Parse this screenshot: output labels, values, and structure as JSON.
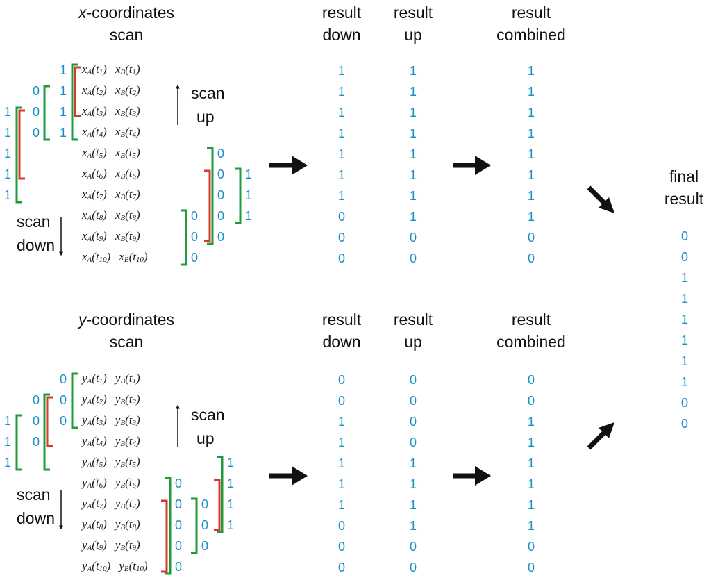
{
  "panel_x": {
    "title_var": "x",
    "title_rest": "-coordinates",
    "title_line2": "scan",
    "scan_up_label": [
      "scan",
      "up"
    ],
    "scan_down_label": [
      "scan",
      "down"
    ],
    "var_prefix": [
      "x",
      "x"
    ],
    "subs": [
      "A",
      "B"
    ],
    "times": [
      "1",
      "2",
      "3",
      "4",
      "5",
      "6",
      "7",
      "8",
      "9",
      "10"
    ],
    "left_outer": [
      "1",
      "1",
      "1",
      "1",
      "1"
    ],
    "left_mid": [
      "0",
      "0",
      "0"
    ],
    "left_inner": [
      "1",
      "1",
      "1",
      "1"
    ],
    "right_inner": [
      "0",
      "0",
      "0",
      "0",
      "0"
    ],
    "right_mid": [
      "1",
      "1",
      "1"
    ],
    "right_low": [
      "0",
      "0",
      "0"
    ],
    "result_down": [
      "1",
      "1",
      "1",
      "1",
      "1",
      "1",
      "1",
      "0",
      "0",
      "0"
    ],
    "result_up": [
      "1",
      "1",
      "1",
      "1",
      "1",
      "1",
      "1",
      "1",
      "0",
      "0"
    ],
    "result_combined": [
      "1",
      "1",
      "1",
      "1",
      "1",
      "1",
      "1",
      "1",
      "0",
      "0"
    ]
  },
  "panel_y": {
    "title_var": "y",
    "title_rest": "-coordinates",
    "title_line2": "scan",
    "scan_up_label": [
      "scan",
      "up"
    ],
    "scan_down_label": [
      "scan",
      "down"
    ],
    "var_prefix": [
      "y",
      "y"
    ],
    "subs": [
      "A",
      "B"
    ],
    "times": [
      "1",
      "2",
      "3",
      "4",
      "5",
      "6",
      "7",
      "8",
      "9",
      "10"
    ],
    "left_outer": [
      "1",
      "1",
      "1"
    ],
    "left_mid": [
      "0",
      "0",
      "0"
    ],
    "left_inner": [
      "0",
      "0",
      "0"
    ],
    "right_top": [
      "1",
      "1",
      "1",
      "1"
    ],
    "right_mid": [
      "0",
      "0",
      "0"
    ],
    "right_inner": [
      "0",
      "0",
      "0",
      "0",
      "0"
    ],
    "result_down": [
      "0",
      "0",
      "1",
      "1",
      "1",
      "1",
      "1",
      "0",
      "0",
      "0"
    ],
    "result_up": [
      "0",
      "0",
      "0",
      "0",
      "1",
      "1",
      "1",
      "1",
      "0",
      "0"
    ],
    "result_combined": [
      "0",
      "0",
      "1",
      "1",
      "1",
      "1",
      "1",
      "1",
      "0",
      "0"
    ]
  },
  "headers": {
    "result_down": [
      "result",
      "down"
    ],
    "result_up": [
      "result",
      "up"
    ],
    "result_combined": [
      "result",
      "combined"
    ],
    "final_result": [
      "final",
      "result"
    ]
  },
  "final_result": [
    "0",
    "0",
    "1",
    "1",
    "1",
    "1",
    "1",
    "1",
    "0",
    "0"
  ],
  "colors": {
    "value": "#1a8fc4",
    "bracket_green": "#1f9a3c",
    "bracket_red": "#d63b2a",
    "arrow": "#111111"
  }
}
